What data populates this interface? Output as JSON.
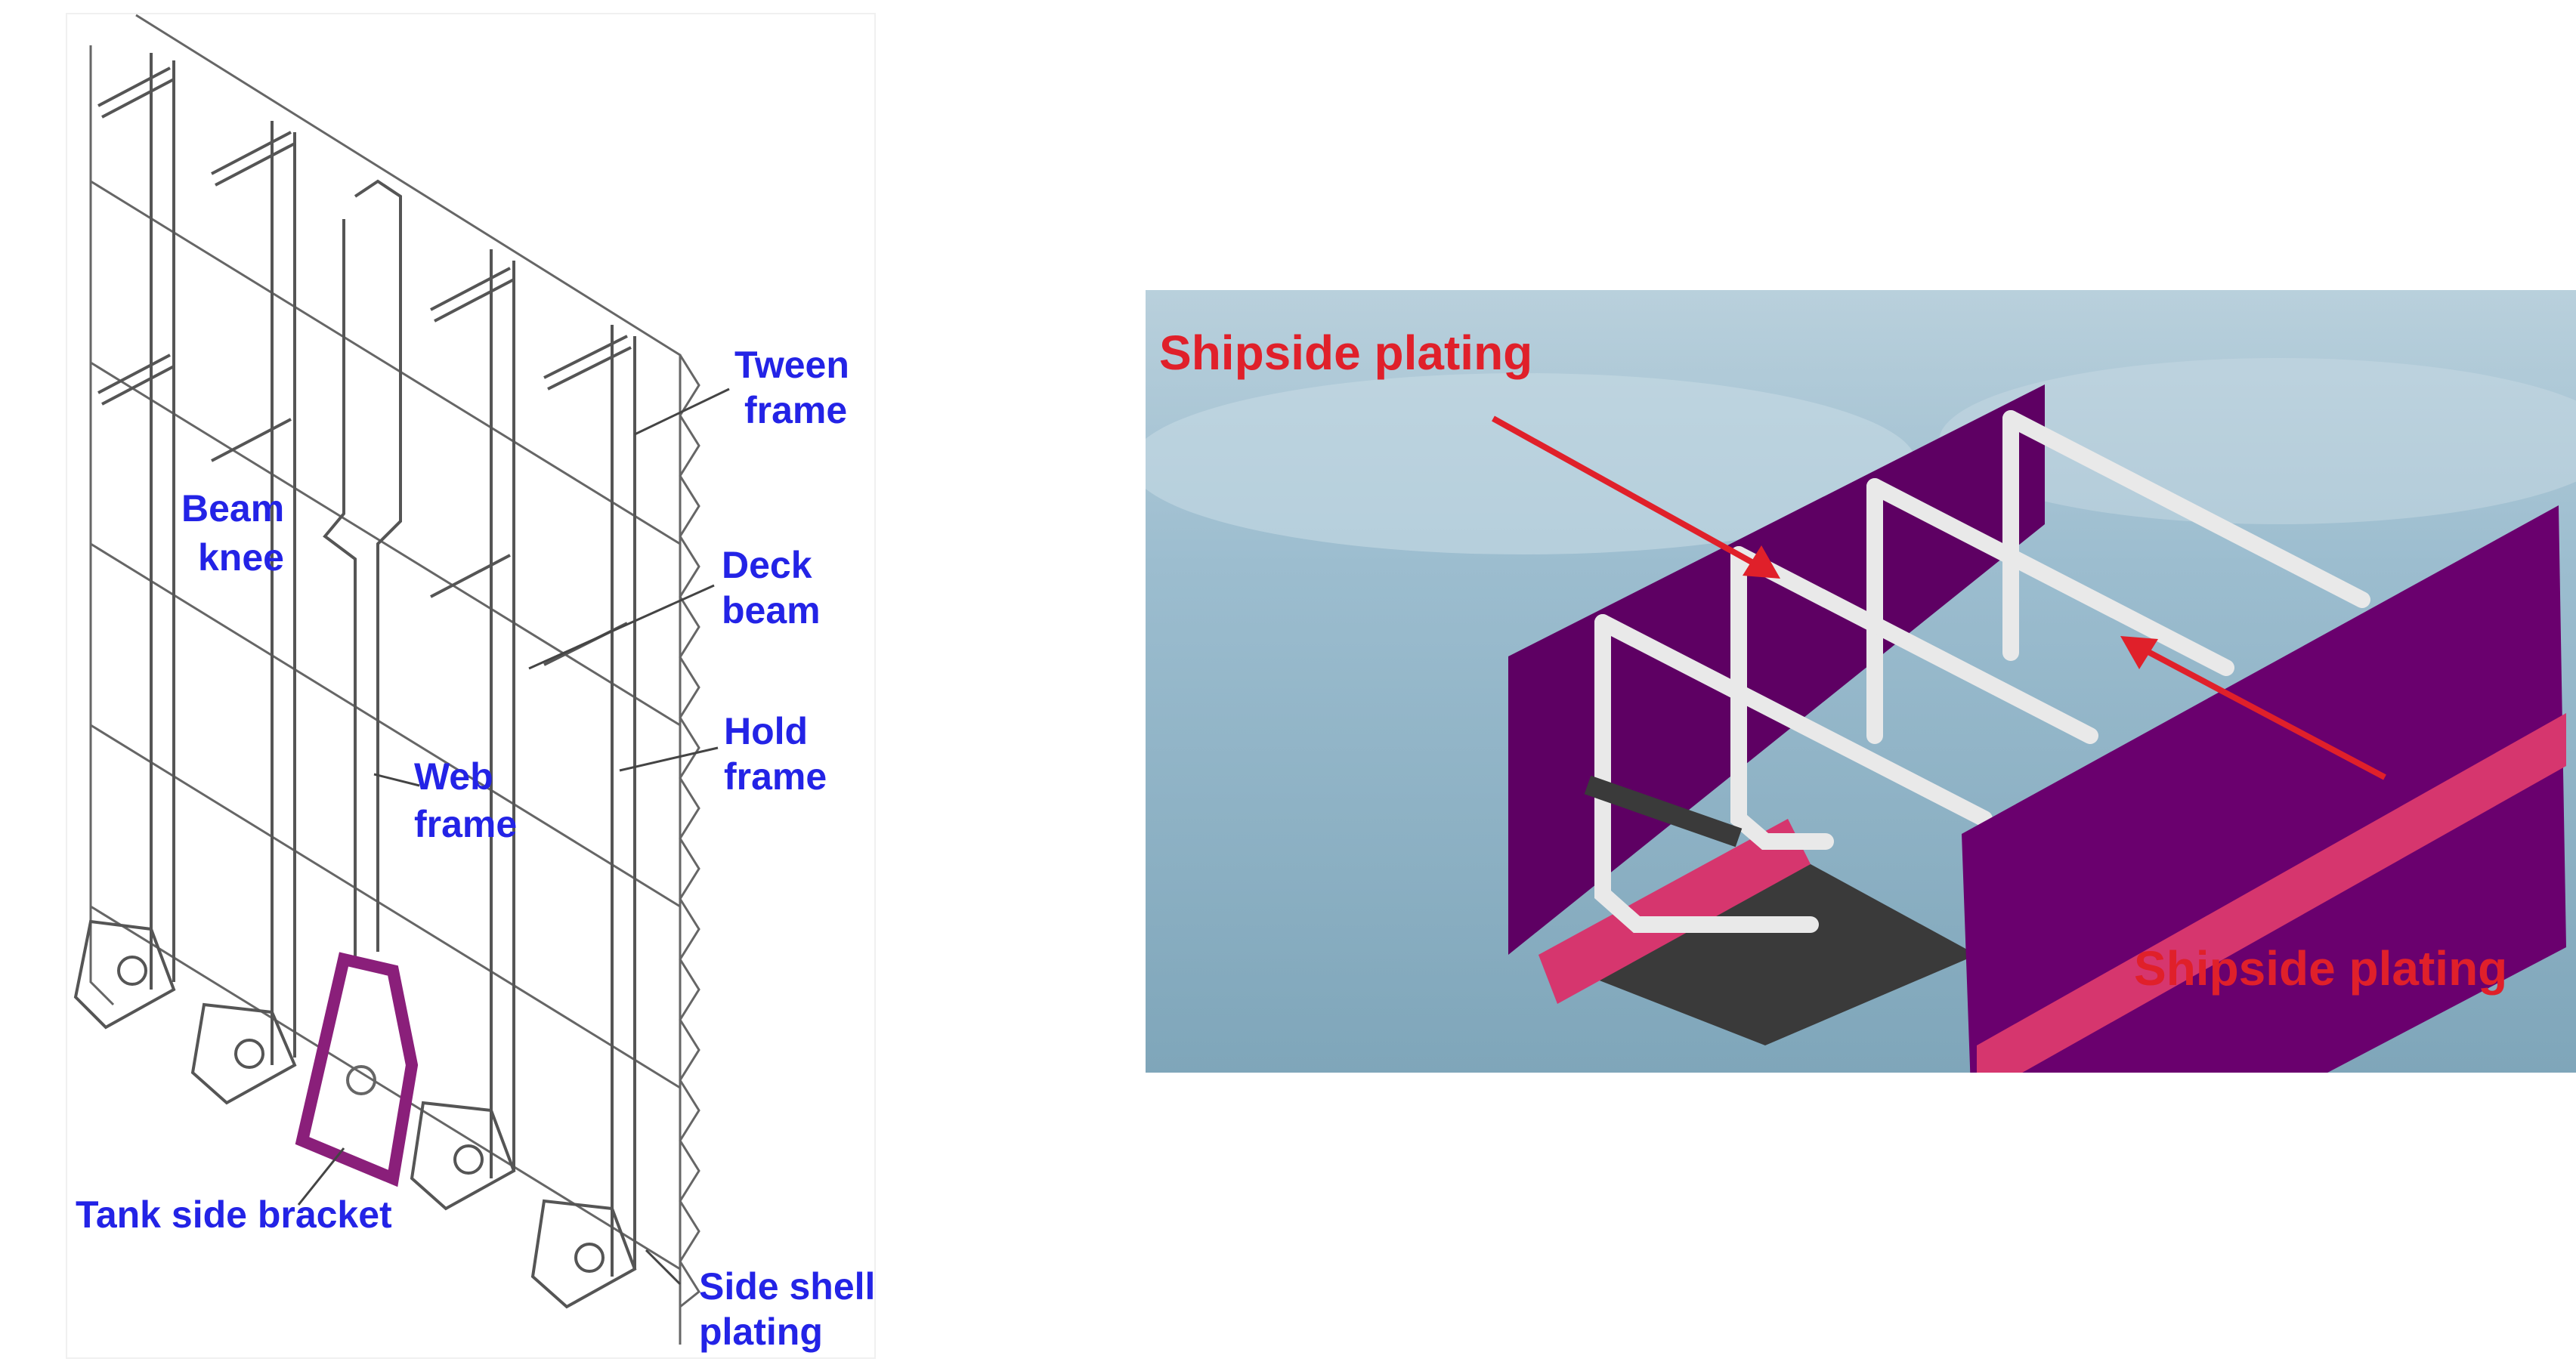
{
  "left_diagram": {
    "labels": {
      "tween_frame": [
        "Tween",
        "frame"
      ],
      "beam_knee": [
        "Beam",
        "knee"
      ],
      "deck_beam": [
        "Deck",
        "beam"
      ],
      "hold_frame": [
        "Hold",
        "frame"
      ],
      "web_frame": [
        "Web",
        "frame"
      ],
      "tank_side_bracket": "Tank side bracket",
      "side_shell_plating": [
        "Side shell",
        "plating"
      ]
    },
    "colors": {
      "label": "#2323e6",
      "bracket_highlight": "#8a1f7a",
      "line": "#555555"
    }
  },
  "right_diagram": {
    "labels": {
      "shipside_plating_top": "Shipside plating",
      "shipside_plating_bottom": "Shipside plating"
    },
    "colors": {
      "label": "#e0202a",
      "plating": "#6a006e",
      "edge": "#d6366e",
      "frames": "#e6e6e6",
      "background": "#8fb6c9"
    }
  }
}
